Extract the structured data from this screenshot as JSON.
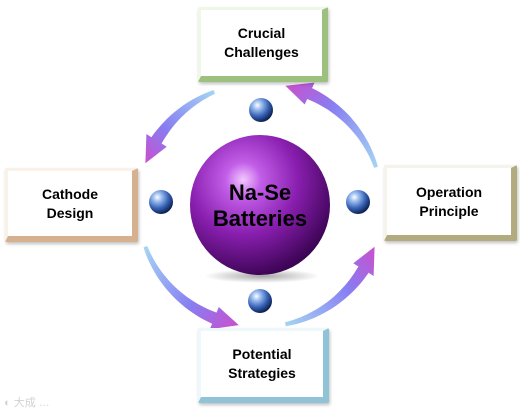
{
  "center": {
    "label": "Na-Se\nBatteries",
    "color": "#8a1fb0"
  },
  "nodes": {
    "top": {
      "label": "Crucial\nChallenges",
      "accent": "#9cc07e"
    },
    "left": {
      "label": "Cathode\nDesign",
      "accent": "#d6b190"
    },
    "right": {
      "label": "Operation\nPrinciple",
      "accent": "#b3ab80"
    },
    "bottom": {
      "label": "Potential\nStrategies",
      "accent": "#8ec3d8"
    }
  },
  "arrow_colors": [
    "#9ad0f0",
    "#7a6ff0",
    "#c43cc8"
  ],
  "connector_color": "#3a64b8"
}
